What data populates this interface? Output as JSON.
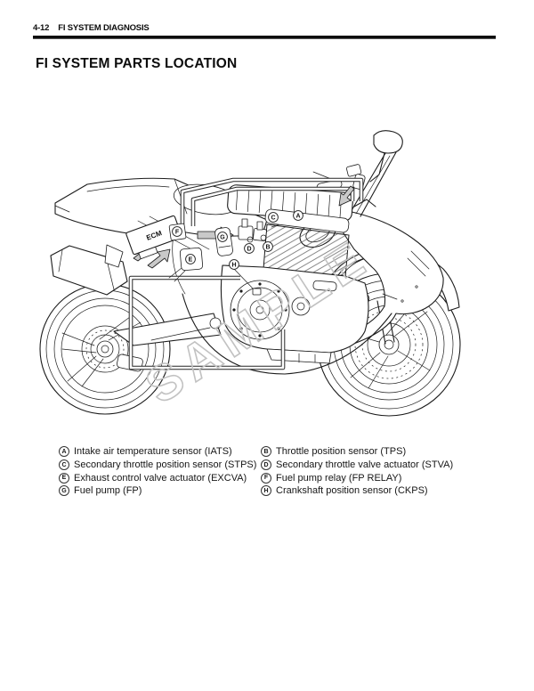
{
  "header": {
    "page_number": "4-12",
    "section_title": "FI SYSTEM DIAGNOSIS"
  },
  "title": "FI SYSTEM PARTS LOCATION",
  "watermark": "SAMPLE",
  "diagram": {
    "description": "Side-view line drawing of sport motorcycle with FI component callouts",
    "ecm_label": "ECM",
    "callouts": {
      "a": "A",
      "b": "B",
      "c": "C",
      "d": "D",
      "e": "E",
      "f": "F",
      "g": "G",
      "h": "H"
    }
  },
  "legend": {
    "left": [
      {
        "letter": "A",
        "text": "Intake air temperature sensor (IATS)"
      },
      {
        "letter": "C",
        "text": "Secondary throttle position sensor (STPS)"
      },
      {
        "letter": "E",
        "text": "Exhaust control valve actuator (EXCVA)"
      },
      {
        "letter": "G",
        "text": "Fuel pump (FP)"
      }
    ],
    "right": [
      {
        "letter": "B",
        "text": "Throttle position sensor (TPS)"
      },
      {
        "letter": "D",
        "text": "Secondary throttle valve actuator (STVA)"
      },
      {
        "letter": "F",
        "text": "Fuel pump relay (FP RELAY)"
      },
      {
        "letter": "H",
        "text": "Crankshaft position sensor (CKPS)"
      }
    ]
  }
}
